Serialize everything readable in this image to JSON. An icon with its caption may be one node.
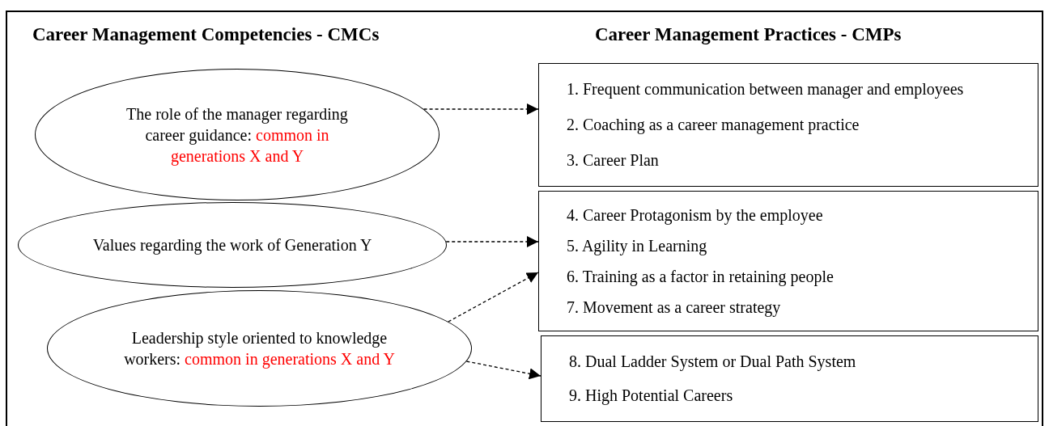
{
  "diagram": {
    "nodes": [
      {
        "text": [
          "The role of the manager regarding career guidance:",
          "common in generations X and Y"
        ]
      },
      {
        "text": [
          "Values regarding the work of Generation Y"
        ]
      },
      {
        "text": [
          "Leadership style oriented to knowledge workers:",
          "common in generations X and Y"
        ]
      },
      {
        "text": [
          "1. Frequent communication between manager and employees",
          "2. Coaching as a career management practice",
          "3. Career Plan"
        ]
      },
      {
        "text": [
          "4. Career Protagonism by the employee",
          "5. Agility in Learning",
          "6. Training as a factor in retaining people",
          "7. Movement as a career strategy"
        ]
      },
      {
        "text": [
          "8. Dual Ladder System or Dual Path System",
          "9. High Potential Careers"
        ]
      }
    ],
    "edges": [
      {
        "from": 0,
        "to": 3,
        "arrow": "to",
        "style": "dashed"
      },
      {
        "from": 1,
        "to": 4,
        "arrow": "to",
        "style": "dashed"
      },
      {
        "from": 2,
        "to": 4,
        "arrow": "to",
        "style": "dashed"
      },
      {
        "from": 2,
        "to": 5,
        "arrow": "to",
        "style": "dashed"
      }
    ],
    "labels": [
      "Career Management Competencies - CMCs",
      "Career Management Practices - CMPs"
    ]
  }
}
